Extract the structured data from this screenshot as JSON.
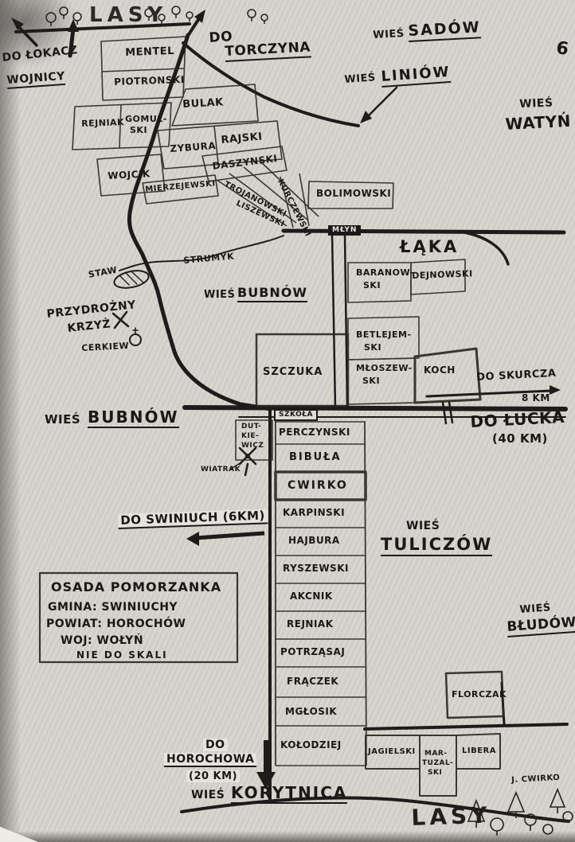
{
  "page": {
    "number": "6"
  },
  "map": {
    "title_box": {
      "line1": "OSADA POMORZANKA",
      "line2": "GMINA: SWINIUCHY",
      "line3": "POWIAT: HOROCHÓW",
      "line4": "WOJ: WOŁYŃ",
      "line5": "NIE DO SKALI"
    },
    "forests": {
      "top": "LASY",
      "bottom": "LASY"
    },
    "villages": {
      "sadow_prefix": "WIEŚ",
      "sadow": "SADÓW",
      "liniow_prefix": "WIEŚ",
      "liniow": "LINIÓW",
      "watyn_prefix": "WIEŚ",
      "watyn": "WATYŃ",
      "bubnow_center_prefix": "WIEŚ",
      "bubnow_center": "BUBNÓW",
      "bubnow_left_prefix": "WIEŚ",
      "bubnow_left": "BUBNÓW",
      "tuliczow_prefix": "WIEŚ",
      "tuliczow": "TULICZÓW",
      "bludow_prefix": "WIEŚ",
      "bludow": "BŁUDÓW",
      "korytnica_prefix": "WIEŚ",
      "korytnica": "KORYTNICA"
    },
    "directions": {
      "torczyn_do": "DO",
      "torczyn": "TORCZYNA",
      "lokacz_do": "DO ŁOKACZ",
      "wojnica": "WOJNICY",
      "skurcz": "DO SKURCZA",
      "skurcz_km": "8 KM",
      "luck": "DO ŁUCKA",
      "luck_km": "(40 KM)",
      "swiniuchy": "DO SWINIUCH (6KM)",
      "horochow_do": "DO",
      "horochow": "HOROCHOWA",
      "horochow_km": "(20 KM)"
    },
    "features": {
      "mlyn": "MŁYN",
      "laka": "ŁĄKA",
      "strumyk": "STRUMYK",
      "staw": "STAW",
      "przydrozny": "PRZYDROŻNY",
      "krzyz": "KRZYŻ",
      "cerkiew": "CERKIEW",
      "szkola": "SZKOŁA",
      "wiatrak": "WIATRAK",
      "j_cwirko": "J. CWIRKO"
    },
    "plots": {
      "mentel": "MENTEL",
      "piotronski": "PIOTRONSKI",
      "bulak": "BULAK",
      "rejniak_n": "REJNIAK",
      "gomulski_a": "GOMUL-",
      "gomulski_b": "SKI",
      "zybura": "ZYBURA",
      "rajski": "RAJSKI",
      "wojcik": "WOJCIK",
      "daszynski": "DASZYNSKI",
      "mierzejewski": "MIERZEJEWSKI",
      "trojanowski": "TROJANOWSKI",
      "liszewski": "LISZEWSKI",
      "kurczewski": "KURCZEWSKI",
      "bolimowski": "BOLIMOWSKI",
      "baranowski_a": "BARANOW-",
      "baranowski_b": "SKI",
      "dejnowski": "DEJNOWSKI",
      "betlejemski_a": "BETLEJEM-",
      "betlejemski_b": "SKI",
      "szczuka": "SZCZUKA",
      "mloszewski_a": "MŁOSZEW-",
      "mloszewski_b": "SKI",
      "koch": "KOCH",
      "dutkiewicz_a": "DUT-",
      "dutkiewicz_b": "KIE-",
      "dutkiewicz_c": "WICZ",
      "perczynski": "PERCZYNSKI",
      "bibula": "BIBUŁA",
      "cwirko": "CWIRKO",
      "karpinski": "KARPINSKI",
      "hajbura": "HAJBURA",
      "ryszewski": "RYSZEWSKI",
      "akcnik": "AKCNIK",
      "rejniak_s": "REJNIAK",
      "potrzasaj": "POTRZĄSAJ",
      "fraczek": "FRĄCZEK",
      "florczak": "FLORCZAK",
      "mglosik": "MGŁOSIK",
      "kolodziej": "KOŁODZIEJ",
      "jagielski": "JAGIELSKI",
      "martuzalski_a": "MAR-",
      "martuzalski_b": "TUZAL-",
      "martuzalski_c": "SKI",
      "libera": "LIBERA"
    },
    "ink_color": "#1d1c1a",
    "paper_color": "#d6d3cc"
  }
}
